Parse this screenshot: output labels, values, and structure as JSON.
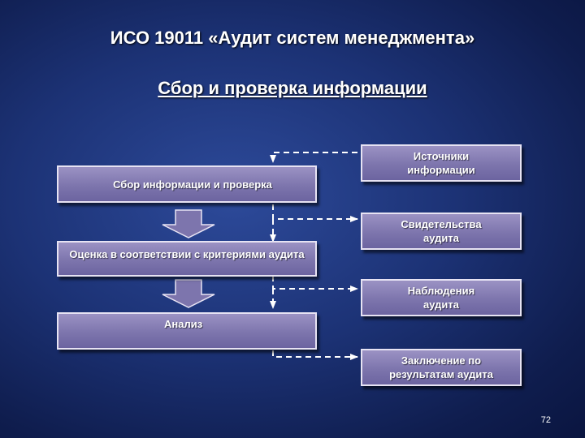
{
  "slide": {
    "title": "ИСО 19011 «Аудит систем менеджмента»",
    "subtitle": "Сбор и проверка информации",
    "page_number": "72"
  },
  "process_steps": [
    {
      "label": "Сбор информации и проверка"
    },
    {
      "label": "Оценка в соответствии с критериями аудита"
    },
    {
      "label": "Анализ"
    }
  ],
  "outputs": [
    {
      "label": "Источники информации"
    },
    {
      "label": "Свидетельства аудита"
    },
    {
      "label": "Наблюдения аудита"
    },
    {
      "label": "Заключение по результатам аудита"
    }
  ],
  "colors": {
    "background": "#1c3275",
    "box_fill": "#8a82b8",
    "box_border": "#e7e3f3",
    "connector": "#ffffff"
  }
}
